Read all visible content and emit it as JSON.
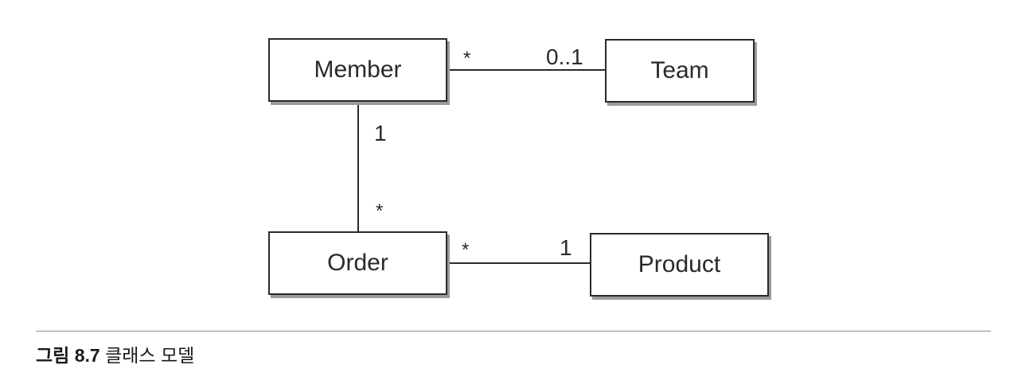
{
  "diagram": {
    "classes": {
      "member": "Member",
      "team": "Team",
      "order": "Order",
      "product": "Product"
    },
    "associations": {
      "member_team": {
        "member_end": "*",
        "team_end": "0..1"
      },
      "member_order": {
        "member_end": "1",
        "order_end": "*"
      },
      "order_product": {
        "order_end": "*",
        "product_end": "1"
      }
    }
  },
  "caption": {
    "label": "그림 8.7",
    "text": "클래스 모델"
  }
}
